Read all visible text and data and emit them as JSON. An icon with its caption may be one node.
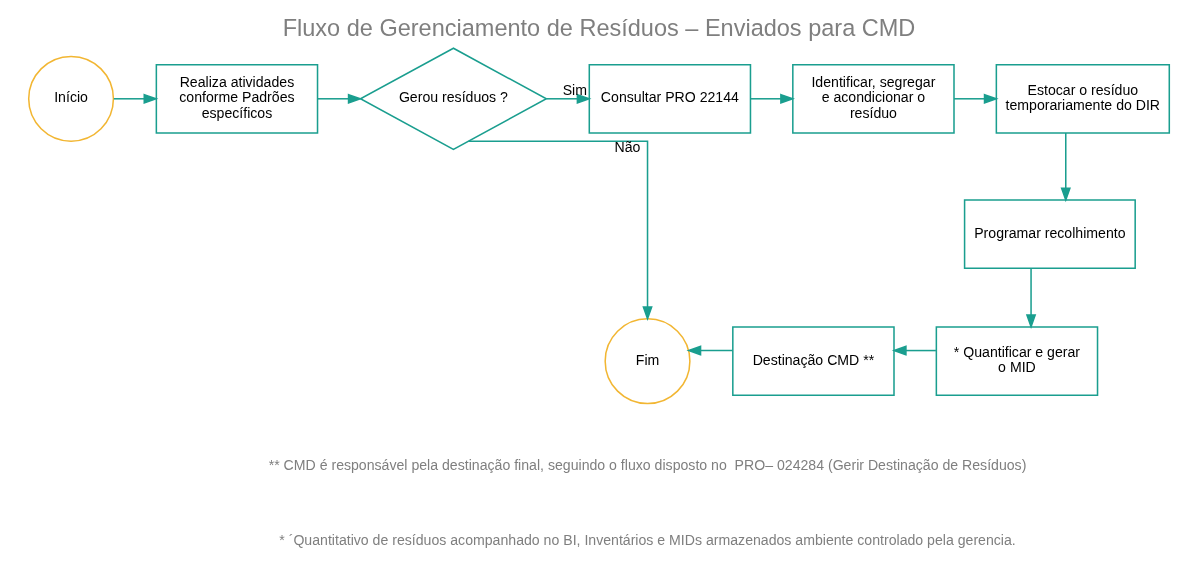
{
  "diagram": {
    "title": "Fluxo de Gerenciamento de Resíduos – Enviados para CMD",
    "nodes": [
      {
        "text": [
          "Início"
        ]
      },
      {
        "text": [
          "Realiza atividades conforme Padrões específicos"
        ]
      },
      {
        "text": [
          "Gerou resíduos ?"
        ]
      },
      {
        "text": [
          "Consultar PRO 22144"
        ]
      },
      {
        "text": [
          "Identificar, segregar e acondicionar o resíduo"
        ]
      },
      {
        "text": [
          "Estocar o resíduo temporariamente do DIR"
        ]
      },
      {
        "text": [
          "Programar recolhimento"
        ]
      },
      {
        "text": [
          "* Quantificar e gerar o MID"
        ]
      },
      {
        "text": [
          "Destinação CMD **"
        ]
      },
      {
        "text": [
          "Fim"
        ]
      }
    ],
    "edges": [
      {
        "from": 0,
        "to": 1,
        "arrow": "to"
      },
      {
        "from": 1,
        "to": 2,
        "arrow": "to"
      },
      {
        "from": 2,
        "to": 3,
        "label": "Sim",
        "arrow": "to"
      },
      {
        "from": 3,
        "to": 4,
        "arrow": "to"
      },
      {
        "from": 4,
        "to": 5,
        "arrow": "to"
      },
      {
        "from": 5,
        "to": 6,
        "arrow": "to"
      },
      {
        "from": 6,
        "to": 7,
        "arrow": "to"
      },
      {
        "from": 7,
        "to": 8,
        "arrow": "to"
      },
      {
        "from": 8,
        "to": 9,
        "arrow": "to"
      },
      {
        "from": 2,
        "to": 9,
        "label": "Não",
        "arrow": "to"
      }
    ],
    "labels": [
      "** CMD é responsável pela destinação final, seguindo o fluxo disposto no  PRO– 024284 (Gerir Destinação de Resíduos)",
      "* ´Quantitativo de resíduos acompanhado no BI, Inventários e MIDs armazenados ambiente controlado pela gerencia."
    ]
  }
}
